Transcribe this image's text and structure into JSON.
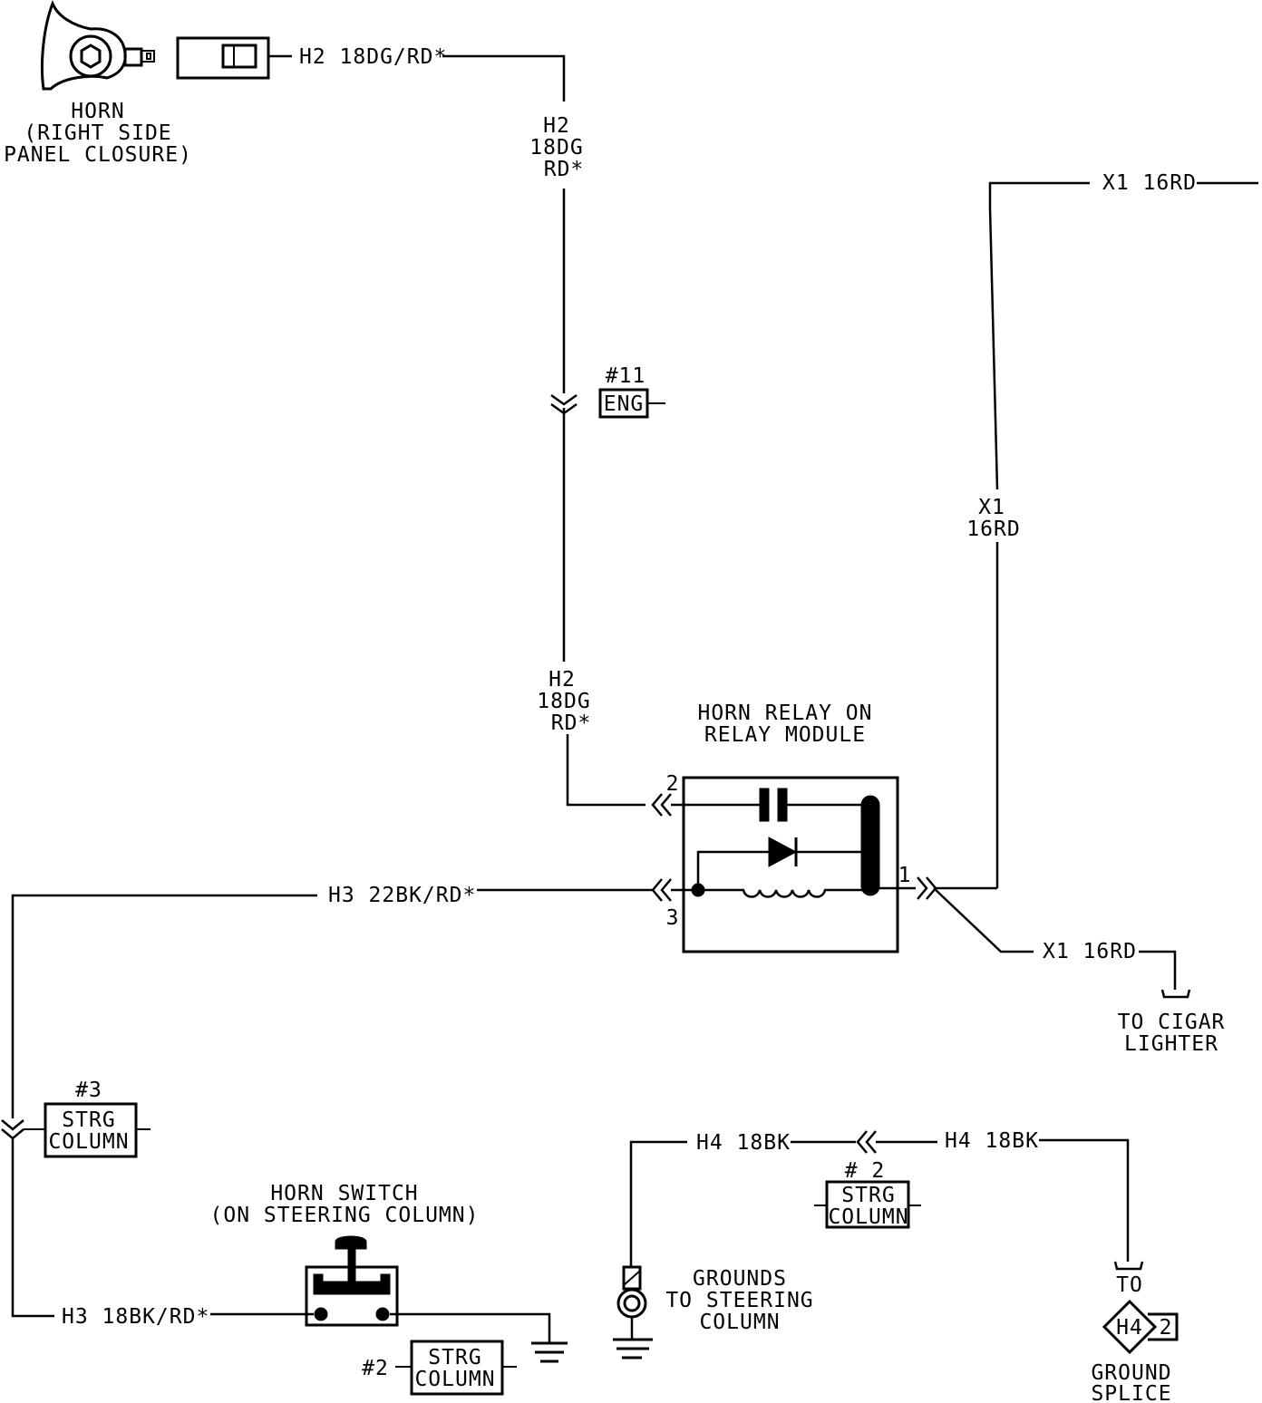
{
  "labels": {
    "horn_line1": "HORN",
    "horn_line2": "(RIGHT SIDE",
    "horn_line3": "PANEL CLOSURE)",
    "wire_top": "H2 18DG/RD*",
    "h2_upper_1": "H2",
    "h2_upper_2": "18DG",
    "h2_upper_3": "RD*",
    "conn11_num": "#11",
    "conn11_box": "ENG",
    "h2_lower_1": "H2",
    "h2_lower_2": "18DG",
    "h2_lower_3": "RD*",
    "x1_top": "X1 16RD",
    "x1_mid_1": "X1",
    "x1_mid_2": "16RD",
    "relay_title_1": "HORN RELAY ON",
    "relay_title_2": "RELAY MODULE",
    "pin1": "1",
    "pin2": "2",
    "pin3": "3",
    "wire_h3_top": "H3 22BK/RD*",
    "x1_bottom": "X1 16RD",
    "cigar_1": "TO CIGAR",
    "cigar_2": "LIGHTER",
    "conn3_num": "#3",
    "conn3_box_1": "STRG",
    "conn3_box_2": "COLUMN",
    "switch_title_1": "HORN SWITCH",
    "switch_title_2": "(ON STEERING COLUMN)",
    "wire_h3_bottom": "H3 18BK/RD*",
    "conn2a_num": "#2",
    "conn2a_box_1": "STRG",
    "conn2a_box_2": "COLUMN",
    "wire_h4_left": "H4 18BK",
    "wire_h4_right": "H4 18BK",
    "conn2b_num": "# 2",
    "conn2b_box_1": "STRG",
    "conn2b_box_2": "COLUMN",
    "grounds_1": "GROUNDS",
    "grounds_2": "TO STEERING",
    "grounds_3": "COLUMN",
    "to_label": "TO",
    "splice_id": "H4",
    "splice_num": "2",
    "splice_1": "GROUND",
    "splice_2": "SPLICE"
  }
}
